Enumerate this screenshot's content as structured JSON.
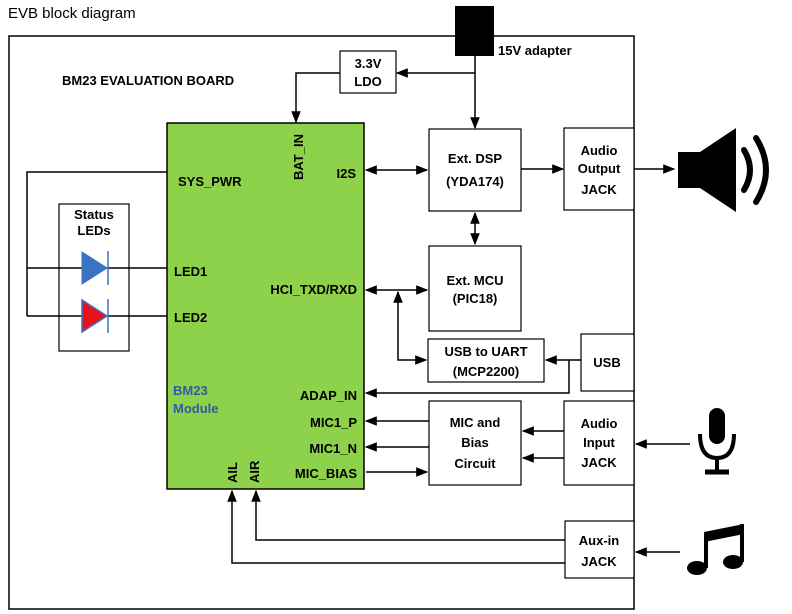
{
  "page_title": "EVB block diagram",
  "board_title": "BM23 EVALUATION  BOARD",
  "module": {
    "name_line1": "BM23",
    "name_line2": "Module",
    "fill_color": "#8ed14a",
    "pins": {
      "sys_pwr": "SYS_PWR",
      "bat_in": "BAT_IN",
      "i2s": "I2S",
      "led1": "LED1",
      "led2": "LED2",
      "hci": "HCI_TXD/RXD",
      "adap_in": "ADAP_IN",
      "mic1_p": "MIC1_P",
      "mic1_n": "MIC1_N",
      "mic_bias": "MIC_BIAS",
      "ail": "AIL",
      "air": "AIR"
    }
  },
  "blocks": {
    "ldo": {
      "line1": "3.3V",
      "line2": "LDO"
    },
    "adapter": {
      "label": "15V adapter"
    },
    "dsp": {
      "line1": "Ext. DSP",
      "line2": "(YDA174)"
    },
    "audio_out": {
      "line1": "Audio",
      "line2": "Output",
      "line3": "JACK"
    },
    "mcu": {
      "line1": "Ext. MCU",
      "line2": "(PIC18)"
    },
    "usb_uart": {
      "line1": "USB to UART",
      "line2": "(MCP2200)"
    },
    "usb": {
      "label": "USB"
    },
    "mic_bias": {
      "line1": "MIC and",
      "line2": "Bias",
      "line3": "Circuit"
    },
    "audio_in": {
      "line1": "Audio",
      "line2": "Input",
      "line3": "JACK"
    },
    "aux_in": {
      "line1": "Aux-in",
      "line2": "JACK"
    },
    "status_leds": {
      "line1": "Status",
      "line2": "LEDs",
      "led1_color": "#3a72c4",
      "led2_color": "#e8101a"
    }
  },
  "icons": [
    "speaker-icon",
    "microphone-icon",
    "music-note-icon"
  ]
}
